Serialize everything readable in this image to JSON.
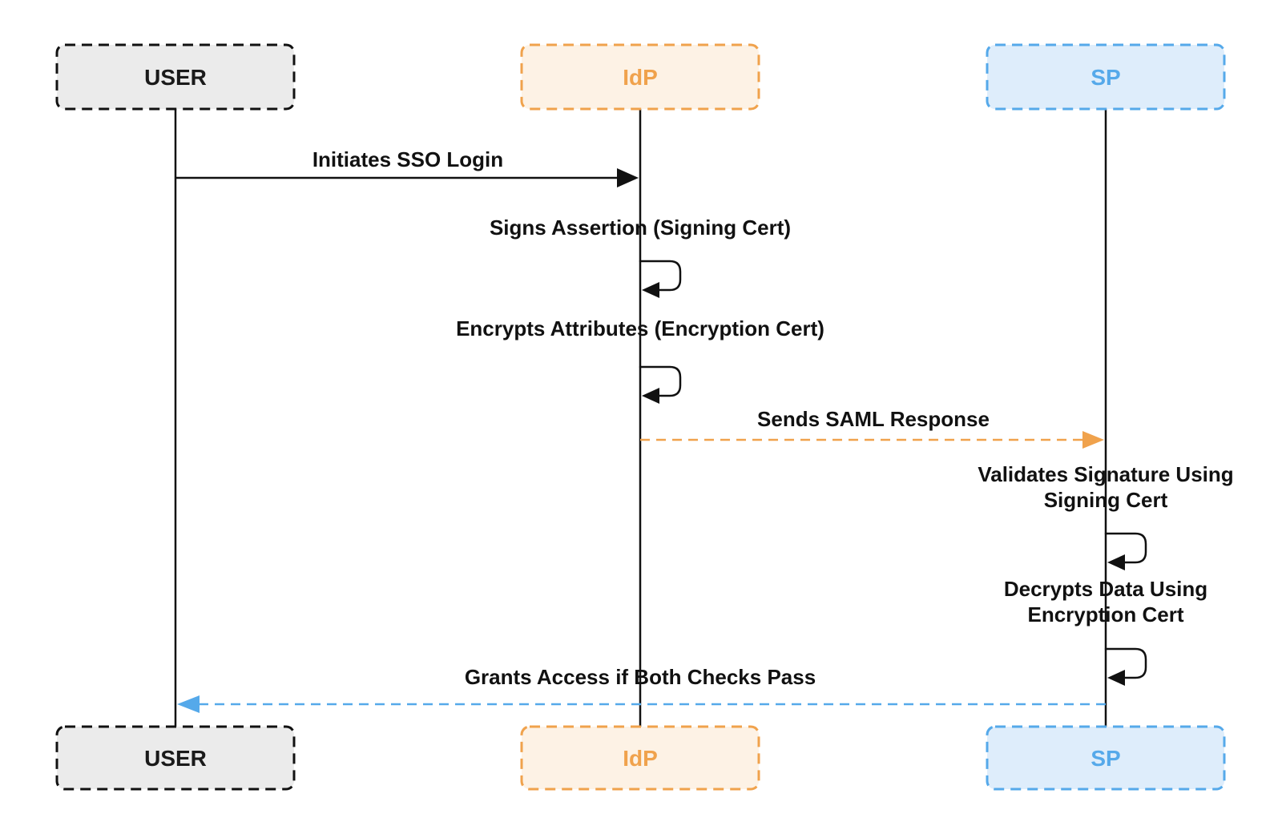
{
  "diagram_type": "saml-sso-sequence-diagram",
  "colors": {
    "black": "#111111",
    "user_fill": "#EBEBEB",
    "orange": "#F0A24C",
    "idp_fill": "#FDF2E5",
    "blue": "#55A9EA",
    "sp_fill": "#DEEDFB",
    "background": "#FFFFFF"
  },
  "actors": {
    "user": {
      "label": "USER",
      "lifeline_style": "solid"
    },
    "idp": {
      "label": "IdP",
      "lifeline_style": "solid"
    },
    "sp": {
      "label": "SP",
      "lifeline_style": "solid"
    }
  },
  "messages": {
    "m1": {
      "from": "USER",
      "to": "IdP",
      "arrow": "solid-black-right",
      "label": "Initiates SSO Login"
    },
    "m2": {
      "actor": "IdP",
      "arrow": "self-loop",
      "label": "Signs Assertion (Signing Cert)"
    },
    "m3": {
      "actor": "IdP",
      "arrow": "self-loop",
      "label": "Encrypts Attributes (Encryption Cert)"
    },
    "m4": {
      "from": "IdP",
      "to": "SP",
      "arrow": "dashed-orange-right",
      "label": "Sends SAML Response"
    },
    "m5": {
      "actor": "SP",
      "arrow": "self-loop",
      "lines": [
        "Validates Signature Using",
        "Signing Cert"
      ]
    },
    "m6": {
      "actor": "SP",
      "arrow": "self-loop",
      "lines": [
        "Decrypts Data Using",
        "Encryption Cert"
      ]
    },
    "m7": {
      "from": "SP",
      "to": "USER",
      "arrow": "dashed-blue-left",
      "label": "Grants Access if Both Checks Pass"
    }
  }
}
